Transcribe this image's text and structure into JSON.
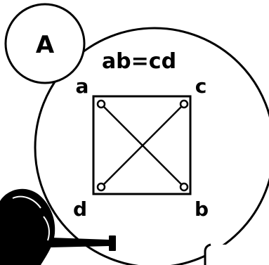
{
  "badge": {
    "letter": "A"
  },
  "equation": "ab=cd",
  "corners": {
    "a": "a",
    "b": "b",
    "c": "c",
    "d": "d"
  },
  "icons": {
    "tape_measure": "tape-measure-icon",
    "connection_point": "circle-node-icon"
  },
  "colors": {
    "ink": "#000000",
    "paper": "#ffffff"
  }
}
